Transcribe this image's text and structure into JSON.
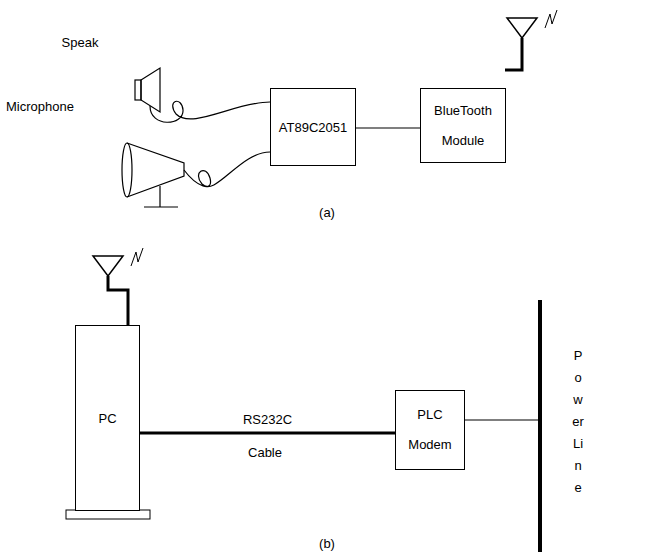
{
  "diagram": {
    "nodes": [
      {
        "text": [
          "AT89C2051"
        ]
      },
      {
        "text": [
          "BlueTooth Module"
        ]
      },
      {
        "text": [
          "PC"
        ]
      },
      {
        "text": [
          "PLC Modem"
        ]
      }
    ],
    "edges": [
      {
        "from": 0,
        "to": 1,
        "arrow": "none"
      },
      {
        "from": 2,
        "to": 3,
        "label": "RS232C",
        "arrow": "none"
      }
    ],
    "labels": [
      "Speak",
      "Microphone",
      "(a)",
      "Cable",
      "(b)",
      "Power Line"
    ]
  }
}
